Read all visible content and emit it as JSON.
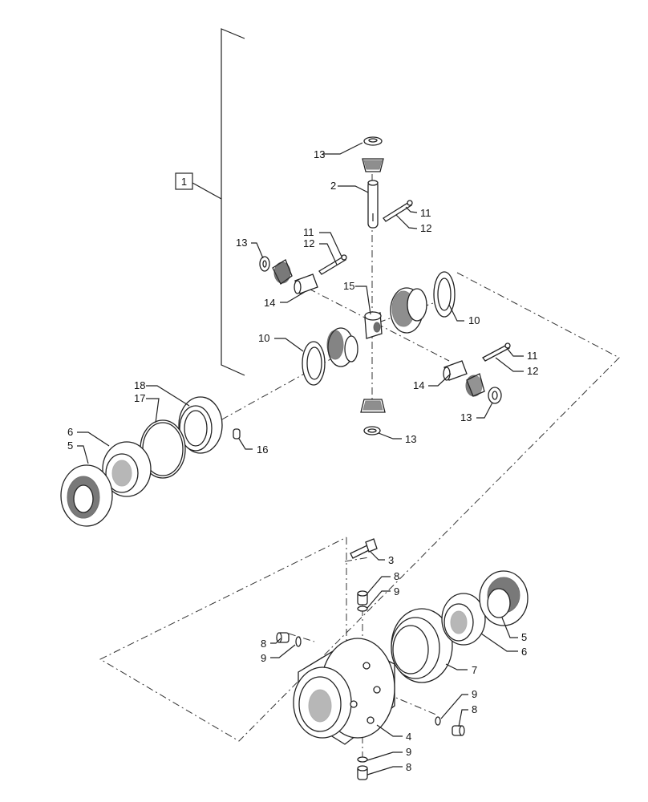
{
  "assembly_ref": "1",
  "callouts": {
    "c2": "2",
    "c3": "3",
    "c4": "4",
    "c5a": "5",
    "c5b": "5",
    "c6a": "6",
    "c6b": "6",
    "c7": "7",
    "c8a": "8",
    "c8b": "8",
    "c8c": "8",
    "c8d": "8",
    "c9a": "9",
    "c9b": "9",
    "c9c": "9",
    "c9d": "9",
    "c10a": "10",
    "c10b": "10",
    "c11a": "11",
    "c11b": "11",
    "c11c": "11",
    "c12a": "12",
    "c12b": "12",
    "c12c": "12",
    "c13a": "13",
    "c13b": "13",
    "c13c": "13",
    "c13d": "13",
    "c14a": "14",
    "c14b": "14",
    "c15": "15",
    "c16": "16",
    "c17": "17",
    "c18": "18"
  }
}
